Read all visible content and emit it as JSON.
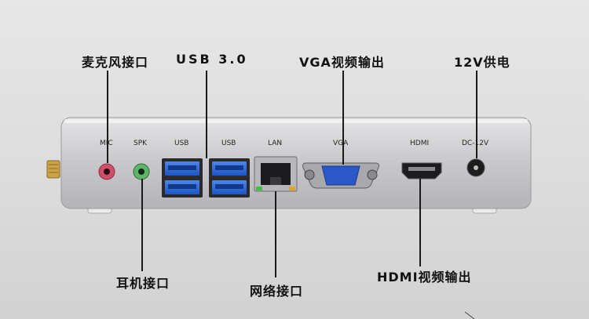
{
  "callouts": {
    "mic": "麦克风接口",
    "usb3": "USB 3.0",
    "vga": "VGA视频输出",
    "power": "12V供电",
    "headphone": "耳机接口",
    "lan": "网络接口",
    "hdmi": "HDMI视频输出"
  },
  "ports": {
    "mic": "MIC",
    "spk": "SPK",
    "usb1": "USB",
    "usb2": "USB",
    "lan": "LAN",
    "vga": "VGA",
    "hdmi": "HDMI",
    "dc": "DC-12V"
  },
  "colors": {
    "mic_jack": "#d0506a",
    "spk_jack": "#5fb36a",
    "usb_blue": "#2f6fd8",
    "vga_blue": "#2a58c8",
    "chassis": "#c9c9cc"
  }
}
